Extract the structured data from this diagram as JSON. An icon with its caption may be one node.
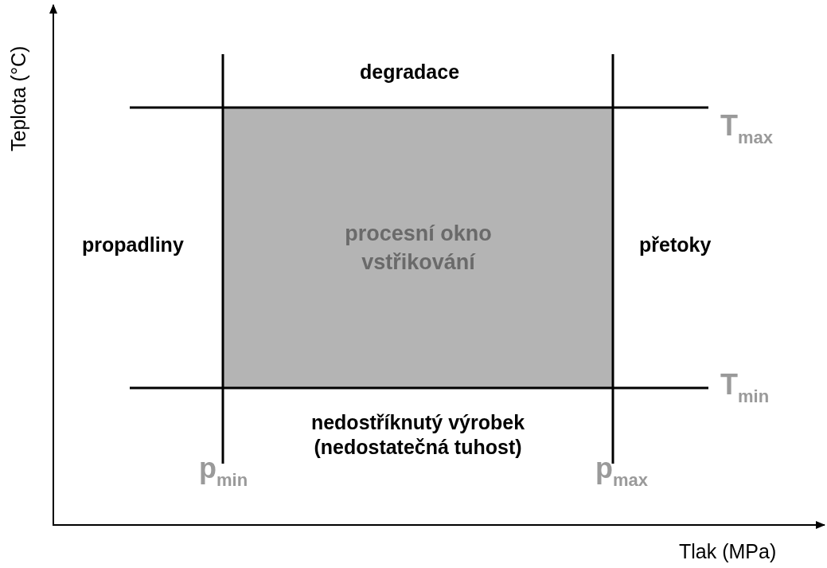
{
  "diagram": {
    "nodes": [
      {
        "text": [
          "procesní okno vstřikování"
        ]
      }
    ],
    "labels": [
      "Teplota (°C)",
      "degradace",
      "T$_{max}$",
      "propadliny",
      "přetoky",
      "T$_{min}$",
      "nedostříknutý výrobek (nedostatečná tuhost)",
      "p$_{min}$",
      "p$_{max}$",
      "Tlak (MPa)"
    ]
  }
}
